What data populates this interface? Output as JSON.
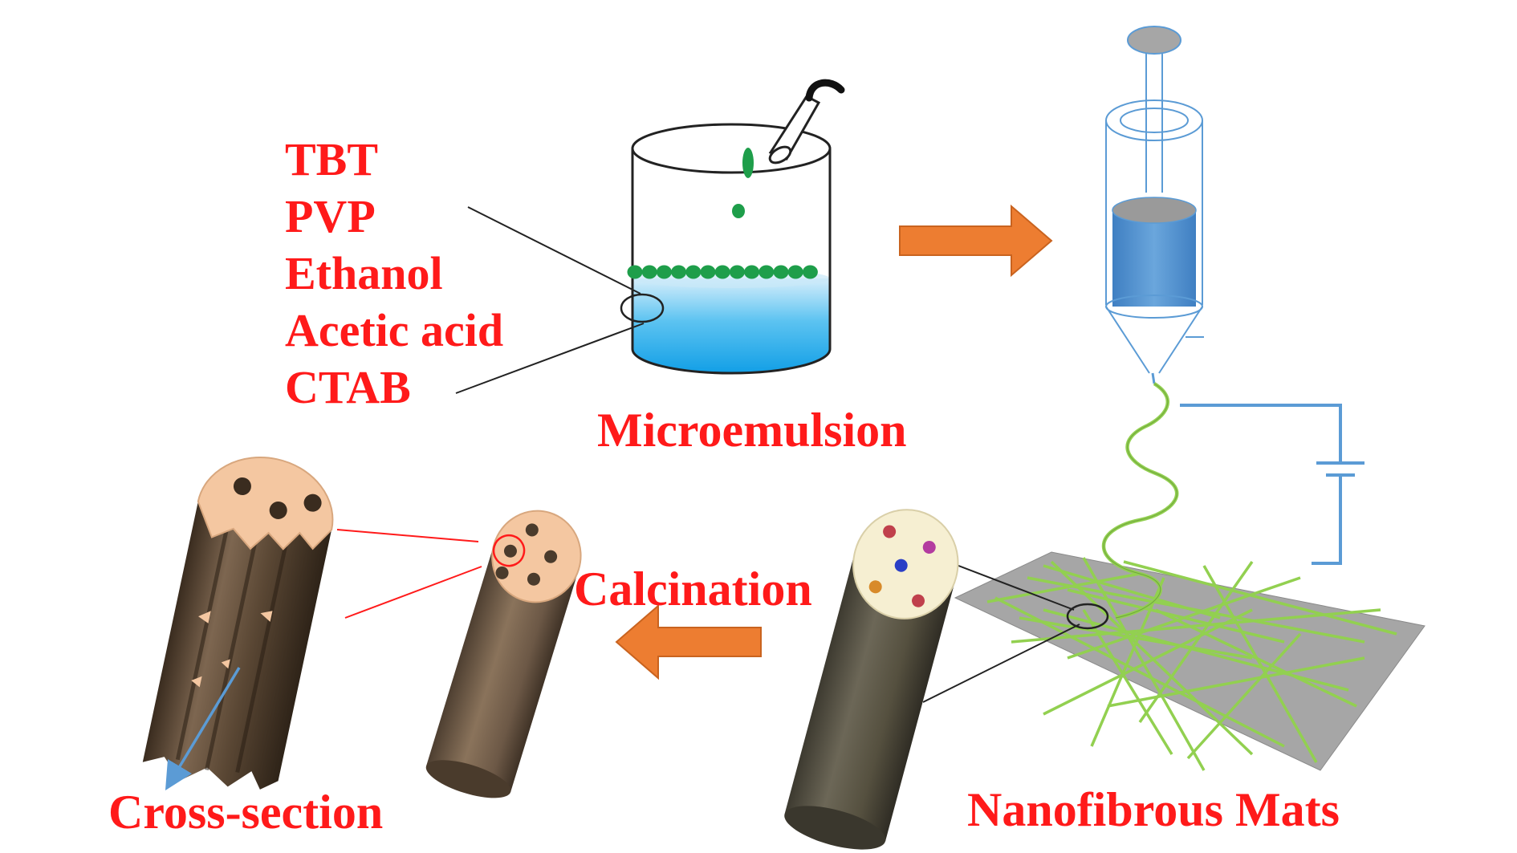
{
  "ingredients": [
    "TBT",
    "PVP",
    "Ethanol",
    "Acetic acid",
    "CTAB"
  ],
  "labels": {
    "microemulsion": "Microemulsion",
    "calcination": "Calcination",
    "nanofibrous_mats": "Nanofibrous Mats",
    "cross_section": "Cross-section"
  },
  "colors": {
    "text_red": "#ff1a1a",
    "arrow_orange": "#ed7d31",
    "solution_blue": "#1aa7ec",
    "syringe_blue": "#5b9bd5",
    "fiber_green": "#92d050",
    "droplet_green": "#1e9e4a",
    "mat_gray": "#a6a6a6",
    "fiber_dark": "#5a5548",
    "fiber_brown": "#7a6650",
    "cap_peach": "#f4c7a1",
    "cap_cream": "#f6efd2"
  }
}
